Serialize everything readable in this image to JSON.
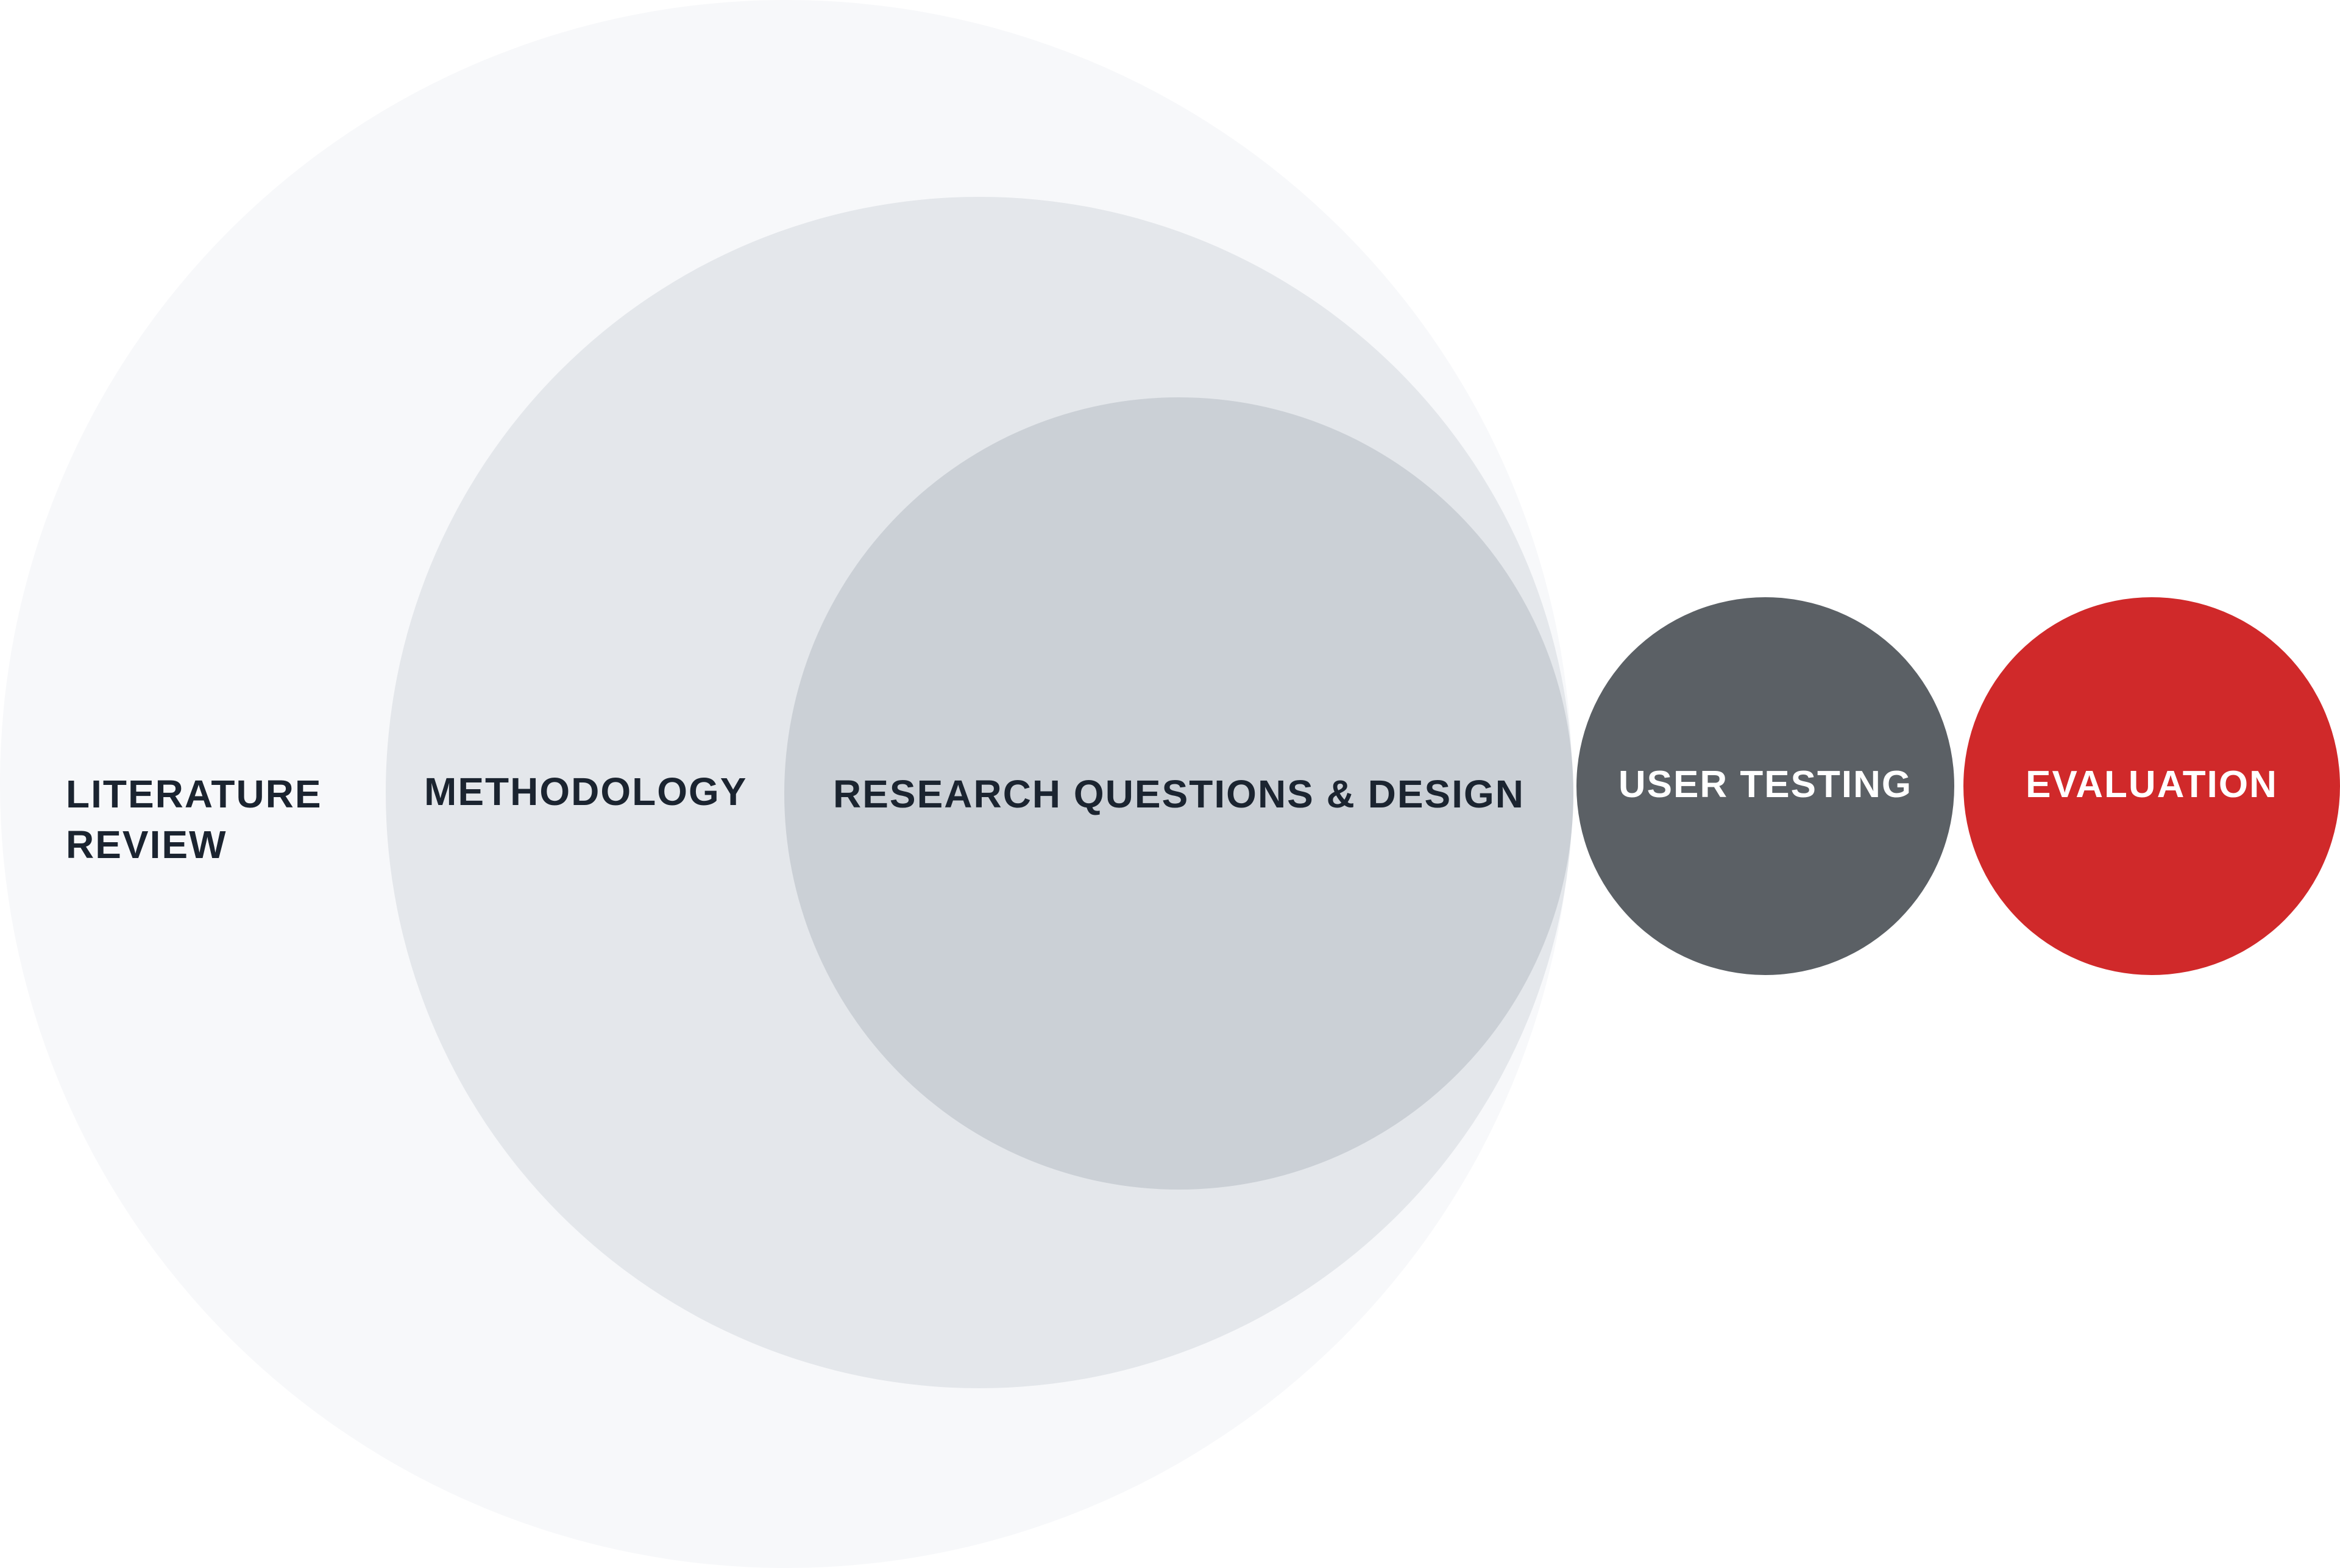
{
  "diagram": {
    "stages": [
      {
        "label": "LITERATURE\nREVIEW",
        "fill": "#f7f8fa",
        "text_color": "#1b2430"
      },
      {
        "label": "METHODOLOGY",
        "fill": "#e4e7eb",
        "text_color": "#1b2430"
      },
      {
        "label": "RESEARCH QUESTIONS & DESIGN",
        "fill": "#cbd0d6",
        "text_color": "#1b2430"
      },
      {
        "label": "USER TESTING",
        "fill": "#5b6065",
        "text_color": "#ffffff"
      },
      {
        "label": "EVALUATION",
        "fill": "#d0292a",
        "text_color": "#ffffff"
      }
    ]
  }
}
